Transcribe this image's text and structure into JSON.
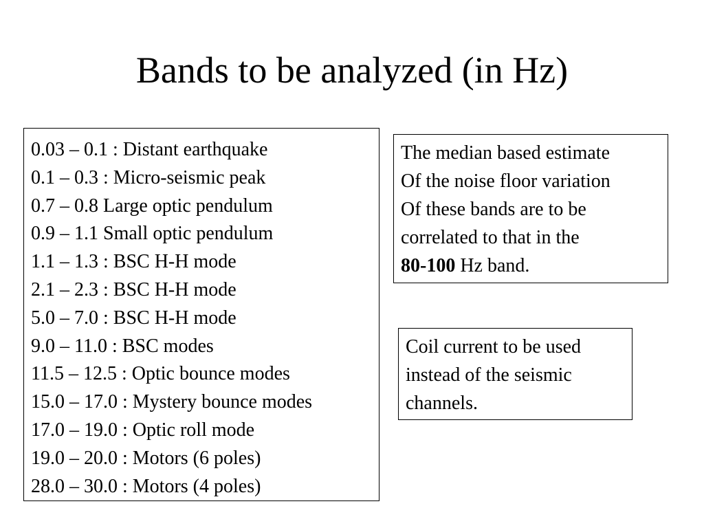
{
  "slide": {
    "title": "Bands to be analyzed (in Hz)"
  },
  "bands": [
    "0.03 – 0.1 : Distant earthquake",
    "0.1 – 0.3 : Micro-seismic peak",
    "0.7 – 0.8 Large optic pendulum",
    "0.9 – 1.1 Small optic pendulum",
    "1.1 – 1.3 : BSC H-H mode",
    "2.1 – 2.3 : BSC H-H mode",
    "5.0 – 7.0 : BSC H-H mode",
    "9.0 – 11.0 : BSC modes",
    "11.5 – 12.5 : Optic bounce modes",
    "15.0 – 17.0 : Mystery bounce modes",
    "17.0 – 19.0 : Optic roll mode",
    "19.0 – 20.0 : Motors (6 poles)",
    "28.0 – 30.0 : Motors (4 poles)"
  ],
  "median_note": {
    "line1": "The median based estimate",
    "line2": "Of the noise floor variation",
    "line3": "Of these bands are to be",
    "line4": "correlated to that in the",
    "line5_bold": "80-100",
    "line5_rest": " Hz band."
  },
  "coil_note": {
    "line1": "Coil current to be used",
    "line2": "instead of the seismic",
    "line3": "channels."
  }
}
